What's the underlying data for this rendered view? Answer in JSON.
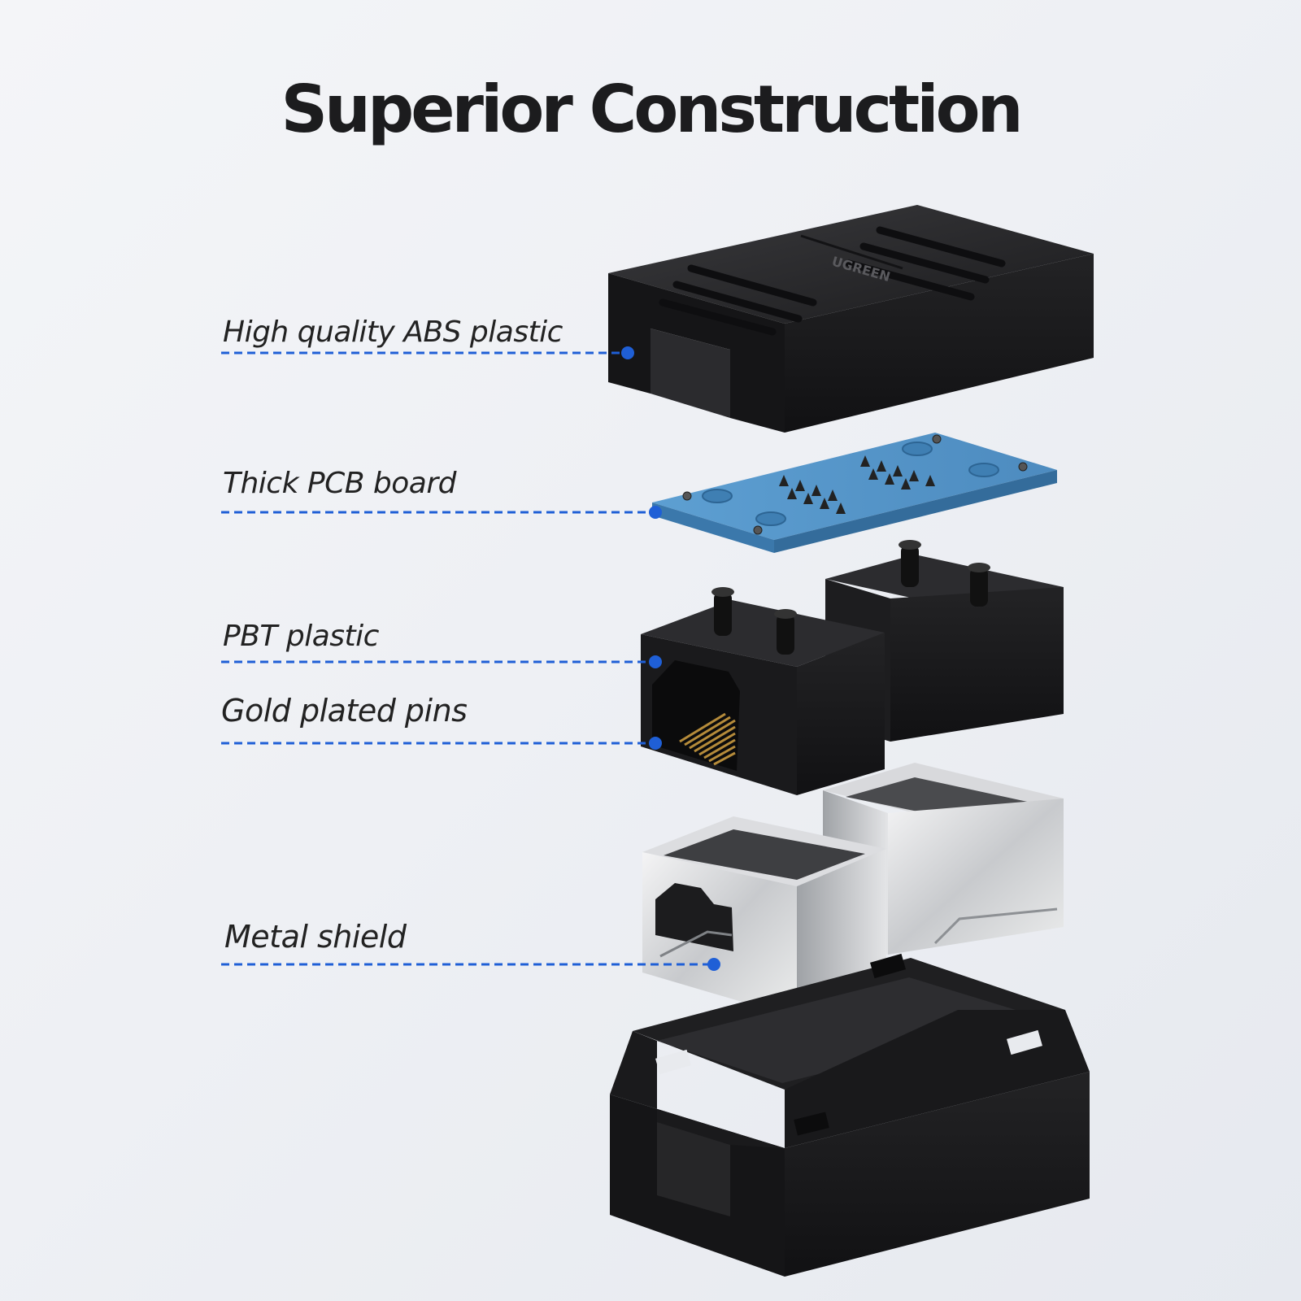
{
  "title": "Superior Construction",
  "brand_mark": "UGREEN",
  "accent_color": "#1f5fd6",
  "callouts": [
    {
      "id": "abs",
      "text": "High quality ABS plastic"
    },
    {
      "id": "pcb",
      "text": "Thick PCB board"
    },
    {
      "id": "pbt",
      "text": "PBT plastic"
    },
    {
      "id": "pins",
      "text": "Gold plated pins"
    },
    {
      "id": "shield",
      "text": "Metal shield"
    }
  ],
  "components": [
    {
      "name": "top-cover",
      "color": "#1e1e20"
    },
    {
      "name": "pcb-board",
      "color": "#5b9bcc"
    },
    {
      "name": "rj45-jacks",
      "color": "#1e1e20"
    },
    {
      "name": "metal-shields",
      "color": "#c9cbcf"
    },
    {
      "name": "bottom-housing",
      "color": "#1e1e20"
    }
  ]
}
